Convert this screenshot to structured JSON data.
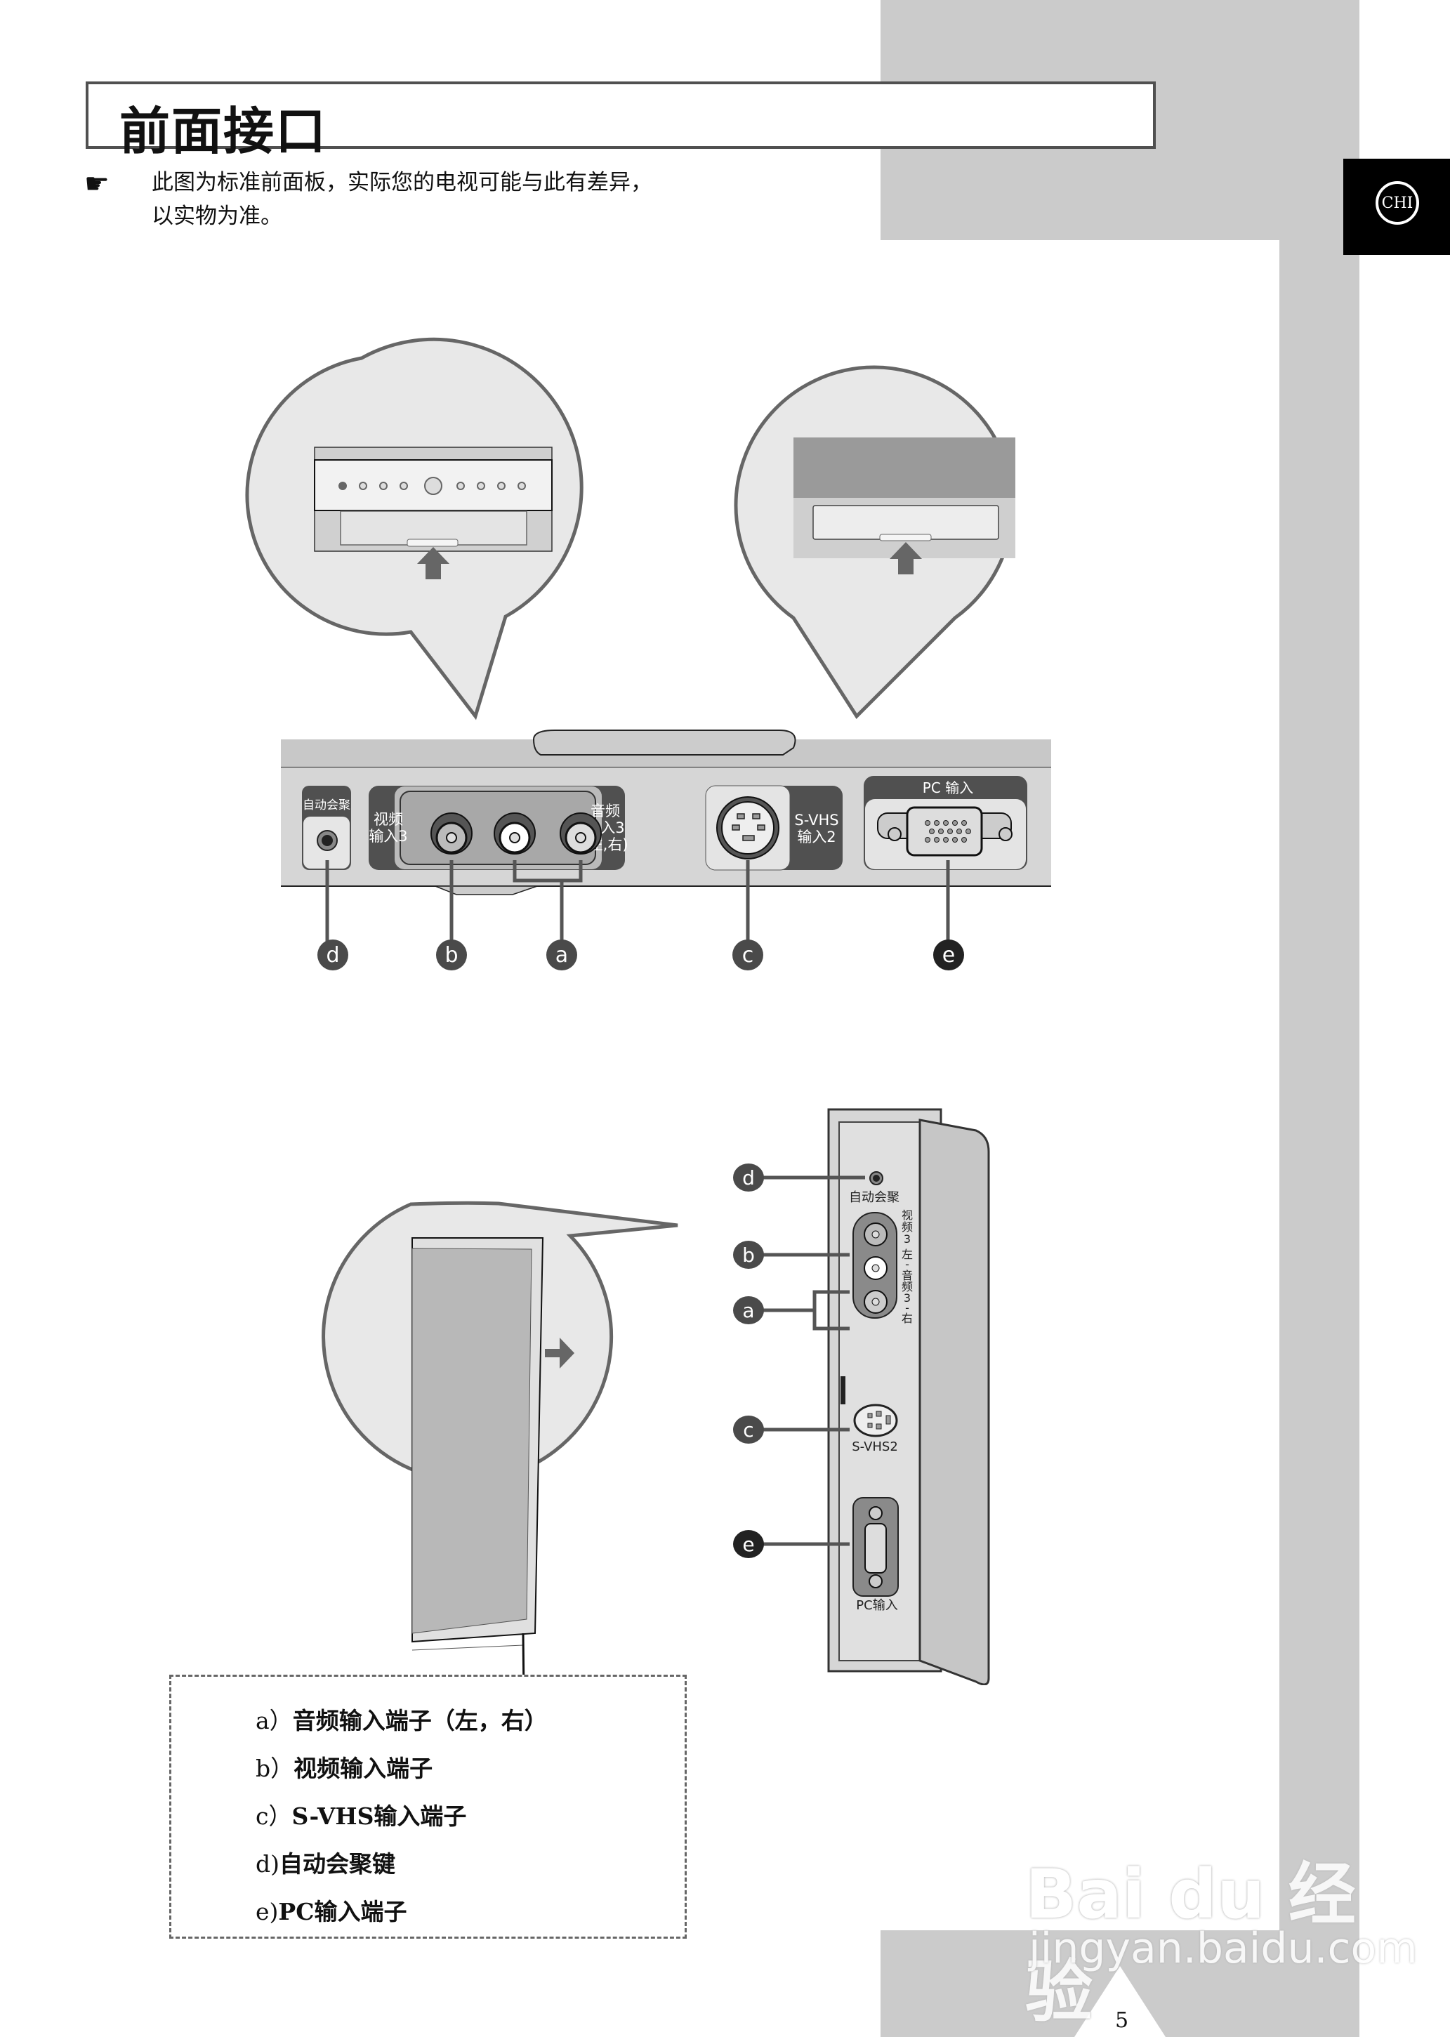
{
  "header": {
    "title": "前面接口",
    "note_icon": "pointing-hand-icon",
    "note_line1": "此图为标准前面板，实际您的电视可能与此有差异，",
    "note_line2": "以实物为准。"
  },
  "language_tab": {
    "label": "CHI"
  },
  "top_diagram": {
    "panel_labels": {
      "auto_convergence": "自动会聚",
      "video_in": [
        "视频",
        "输入3"
      ],
      "audio_in": [
        "音频",
        "输入3",
        "(左,右)"
      ],
      "svhs_in": [
        "S-VHS",
        "输入2"
      ],
      "pc_in": "PC 输入"
    },
    "callouts": [
      "d",
      "b",
      "a",
      "c",
      "e"
    ]
  },
  "side_diagram": {
    "labels": {
      "auto_convergence": "自动会聚",
      "video": [
        "视",
        "频",
        "3"
      ],
      "audio": [
        "左",
        "-",
        "音",
        "频",
        "3",
        "-",
        "右"
      ],
      "svhs": "S-VHS2",
      "pc": "PC输入"
    },
    "callouts": [
      "d",
      "b",
      "a",
      "c",
      "e"
    ]
  },
  "legend": {
    "items": [
      {
        "prefix": "a）",
        "text": "音频输入端子（左，右）"
      },
      {
        "prefix": "b）",
        "text": "视频输入端子"
      },
      {
        "prefix": "c）",
        "text": "S-VHS输入端子"
      },
      {
        "prefix": "d)",
        "text": "自动会聚键"
      },
      {
        "prefix": "e)",
        "text": "PC输入端子"
      }
    ]
  },
  "footer": {
    "page_number": "5",
    "watermark_main": "Bai du 经验",
    "watermark_url": "jingyan.baidu.com"
  }
}
